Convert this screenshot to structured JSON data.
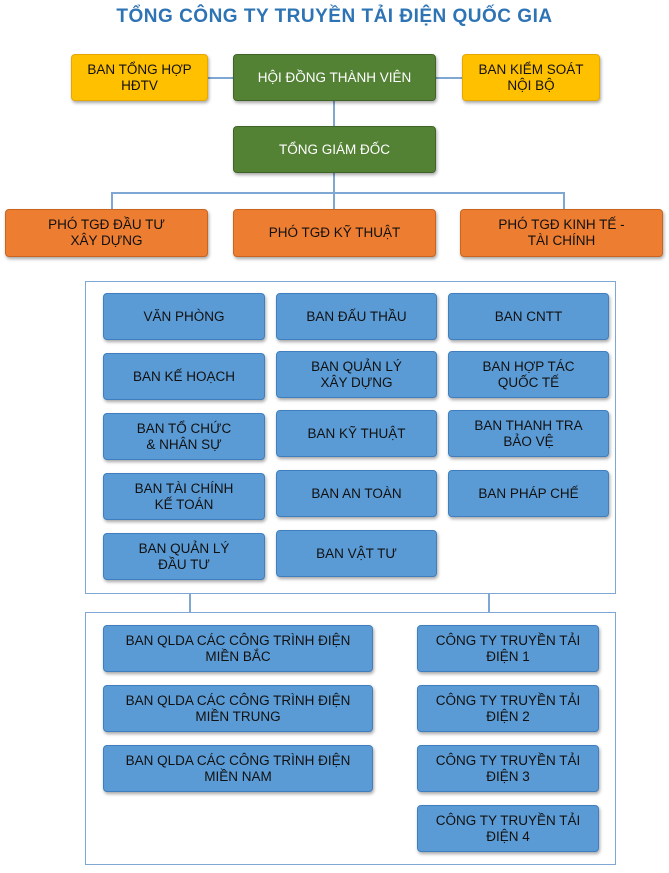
{
  "title": "TỔNG CÔNG TY TRUYỀN TẢI ĐIỆN QUỐC GIA",
  "top": {
    "ban_tong_hop": "BAN TỔNG HỢP\nHĐTV",
    "hoi_dong": "HỘI ĐỒNG THÀNH VIÊN",
    "ban_kiem_soat": "BAN KIỂM SOÁT\nNỘI BỘ",
    "tong_giam_doc": "TỔNG GIÁM ĐỐC"
  },
  "deputies": {
    "dau_tu": "PHÓ TGĐ ĐẦU TƯ\nXÂY DỰNG",
    "ky_thuat": "PHÓ TGĐ KỸ THUẬT",
    "kinh_te": "PHÓ TGĐ KINH TẾ -\nTÀI CHÍNH"
  },
  "departments": {
    "col1": [
      "VĂN PHÒNG",
      "BAN KẾ HOẠCH",
      "BAN TỔ CHỨC\n& NHÂN SỰ",
      "BAN TÀI CHÍNH\nKẾ TOÁN",
      "BAN QUẢN LÝ\nĐẦU TƯ"
    ],
    "col2": [
      "BAN ĐẤU THẦU",
      "BAN QUẢN LÝ\nXÂY DỰNG",
      "BAN KỸ THUẬT",
      "BAN AN TOÀN",
      "BAN VẬT TƯ"
    ],
    "col3": [
      "BAN CNTT",
      "BAN HỢP TÁC\nQUỐC TẾ",
      "BAN THANH TRA\nBẢO VỆ",
      "BAN PHÁP CHẾ"
    ]
  },
  "units": {
    "qlda": [
      "BAN QLDA CÁC CÔNG TRÌNH ĐIỆN\nMIỀN BẮC",
      "BAN QLDA CÁC CÔNG TRÌNH ĐIỆN\nMIỀN TRUNG",
      "BAN QLDA CÁC CÔNG TRÌNH ĐIỆN\nMIỀN NAM"
    ],
    "companies": [
      "CÔNG TY TRUYỀN TẢI\nĐIỆN 1",
      "CÔNG TY TRUYỀN TẢI\nĐIỆN 2",
      "CÔNG TY TRUYỀN TẢI\nĐIỆN 3",
      "CÔNG TY TRUYỀN TẢI\nĐIỆN 4"
    ]
  },
  "colors": {
    "title": "#2E74B5",
    "advisory": "#FFC000",
    "leadership": "#548235",
    "deputy": "#ED7D31",
    "department": "#5B9BD5",
    "connector": "#7FA7D4"
  }
}
